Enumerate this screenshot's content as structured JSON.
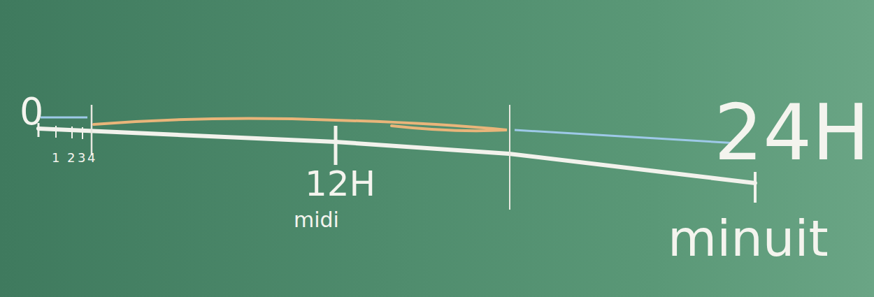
{
  "diagram": {
    "labels": [
      "0",
      "1",
      "2",
      "3",
      "4",
      "12H",
      "midi",
      "24H",
      "minuit"
    ]
  }
}
